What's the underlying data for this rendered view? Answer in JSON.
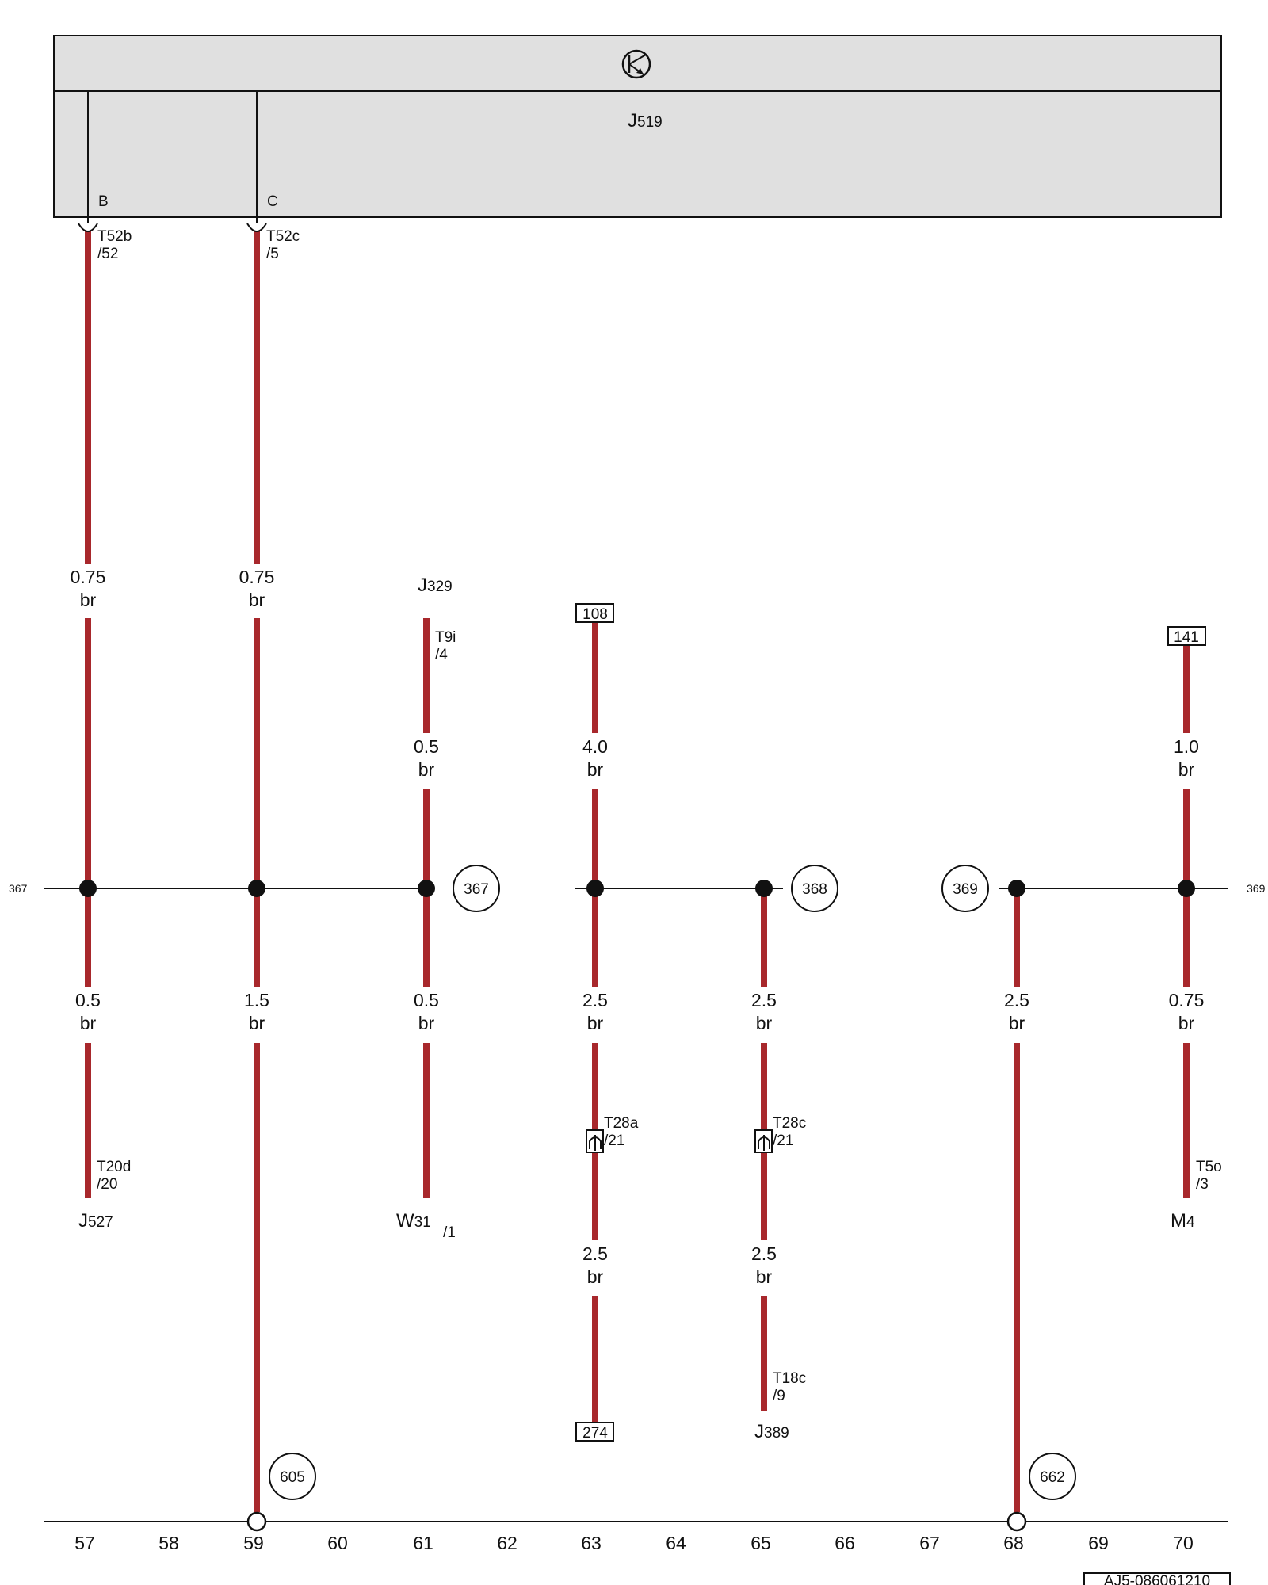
{
  "header": {
    "component": "J",
    "component_sub": "519",
    "pin_b": "B",
    "pin_c": "C"
  },
  "colors": {
    "wire": "#a8282c",
    "module_fill": "#e0e0e0",
    "line": "#111111"
  },
  "icons": [
    "transistor-symbol-icon"
  ],
  "connectors": [
    {
      "name": "T52b",
      "pin": "/52"
    },
    {
      "name": "T52c",
      "pin": "/5"
    },
    {
      "name": "T9i",
      "pin": "/4"
    },
    {
      "name": "T28a",
      "pin": "/21"
    },
    {
      "name": "T28c",
      "pin": "/21"
    },
    {
      "name": "T20d",
      "pin": "/20"
    },
    {
      "name": "T5o",
      "pin": "/3"
    },
    {
      "name": "T18c",
      "pin": "/9"
    }
  ],
  "wire_specs": [
    {
      "size": "0.75",
      "color": "br"
    },
    {
      "size": "0.75",
      "color": "br"
    },
    {
      "size": "0.5",
      "color": "br"
    },
    {
      "size": "4.0",
      "color": "br"
    },
    {
      "size": "1.0",
      "color": "br"
    },
    {
      "size": "0.5",
      "color": "br"
    },
    {
      "size": "1.5",
      "color": "br"
    },
    {
      "size": "0.5",
      "color": "br"
    },
    {
      "size": "2.5",
      "color": "br"
    },
    {
      "size": "2.5",
      "color": "br"
    },
    {
      "size": "2.5",
      "color": "br"
    },
    {
      "size": "0.75",
      "color": "br"
    },
    {
      "size": "2.5",
      "color": "br"
    },
    {
      "size": "2.5",
      "color": "br"
    }
  ],
  "components": [
    {
      "letter": "J",
      "sub": "329"
    },
    {
      "letter": "J",
      "sub": "527"
    },
    {
      "letter": "W",
      "sub": "31",
      "pin": "/1"
    },
    {
      "letter": "M",
      "sub": "4"
    },
    {
      "letter": "J",
      "sub": "389"
    }
  ],
  "ref_boxes": [
    "108",
    "141",
    "274"
  ],
  "ref_circles": [
    "367",
    "368",
    "369",
    "605",
    "662"
  ],
  "edge_refs": {
    "left": "367",
    "right": "369"
  },
  "tracks": [
    "57",
    "58",
    "59",
    "60",
    "61",
    "62",
    "63",
    "64",
    "65",
    "66",
    "67",
    "68",
    "69",
    "70"
  ],
  "footer_code": "AJ5-086061210"
}
